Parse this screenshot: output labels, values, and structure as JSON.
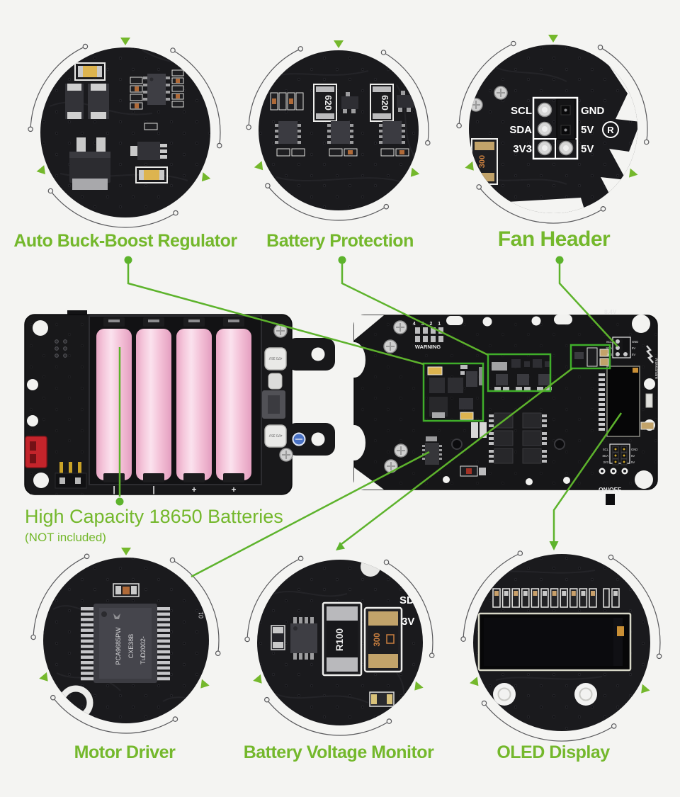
{
  "callouts": {
    "auto_buck_boost": {
      "label": "Auto Buck-Boost Regulator"
    },
    "battery_protection": {
      "label": "Battery Protection"
    },
    "fan_header": {
      "label": "Fan Header"
    },
    "batteries": {
      "label": "High Capacity 18650 Batteries",
      "note": "(NOT included)"
    },
    "motor_driver": {
      "label": "Motor Driver"
    },
    "battery_voltage_monitor": {
      "label": "Battery Voltage Monitor"
    },
    "oled_display": {
      "label": "OLED Display"
    }
  },
  "fan_header_pins": {
    "left": [
      "SCL",
      "SDA",
      "3V3"
    ],
    "right": [
      "GND",
      "5V",
      "5V"
    ],
    "trademark": "R"
  },
  "silkscreen": {
    "pin_numbers": "4 3 2 1",
    "warning": "WARNING",
    "voltage": "8.4V",
    "on_off": "ON/OFF",
    "brand": "Waveshare",
    "battery_marks": [
      "|",
      "|",
      "+",
      "+"
    ]
  },
  "components": {
    "motor_driver_ic": {
      "line1": "PCA9685PW",
      "line2": "CXE38B",
      "line3": "TuD2002-",
      "line4": "01"
    },
    "shunt_resistor": "R100",
    "fuse": "300",
    "protection_resistor": "620",
    "capacitor_value": "470 35V",
    "monitor_silk_line1": "SD",
    "monitor_silk_line2": "3V"
  },
  "colors": {
    "accent_green": "#74b82c",
    "line_green": "#5db32c",
    "highlight_box_green": "#3fae2a",
    "pcb_dark": "#1a1a1d",
    "battery_pink": "#f5c3d8",
    "connector_red": "#c4242b",
    "background": "#f4f4f2"
  }
}
